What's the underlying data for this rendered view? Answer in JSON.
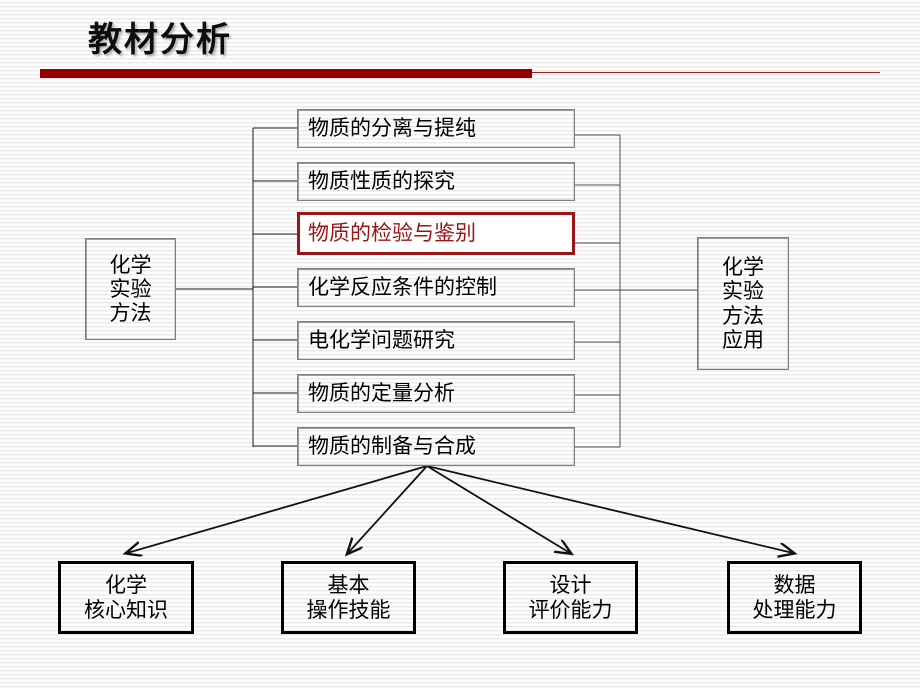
{
  "slide": {
    "title": "教材分析",
    "accent_color": "#940000",
    "highlight_color": "#9c1414",
    "background": "#ffffff"
  },
  "diagram": {
    "root_left": {
      "name": "chemistry-experiment-methods",
      "lines": [
        "化学",
        "实验",
        "方法"
      ]
    },
    "root_right": {
      "name": "chemistry-experiment-methods-application",
      "lines": [
        "化学",
        "实验",
        "方法",
        "应用"
      ]
    },
    "methods": [
      {
        "label": "物质的分离与提纯",
        "highlighted": false
      },
      {
        "label": "物质性质的探究",
        "highlighted": false
      },
      {
        "label": "物质的检验与鉴别",
        "highlighted": true
      },
      {
        "label": "化学反应条件的控制",
        "highlighted": false
      },
      {
        "label": "电化学问题研究",
        "highlighted": false
      },
      {
        "label": "物质的定量分析",
        "highlighted": false
      },
      {
        "label": "物质的制备与合成",
        "highlighted": false
      }
    ],
    "outcomes": [
      {
        "lines": [
          "化学",
          "核心知识"
        ]
      },
      {
        "lines": [
          "基本",
          "操作技能"
        ]
      },
      {
        "lines": [
          "设计",
          "评价能力"
        ]
      },
      {
        "lines": [
          "数据",
          "处理能力"
        ]
      }
    ]
  }
}
